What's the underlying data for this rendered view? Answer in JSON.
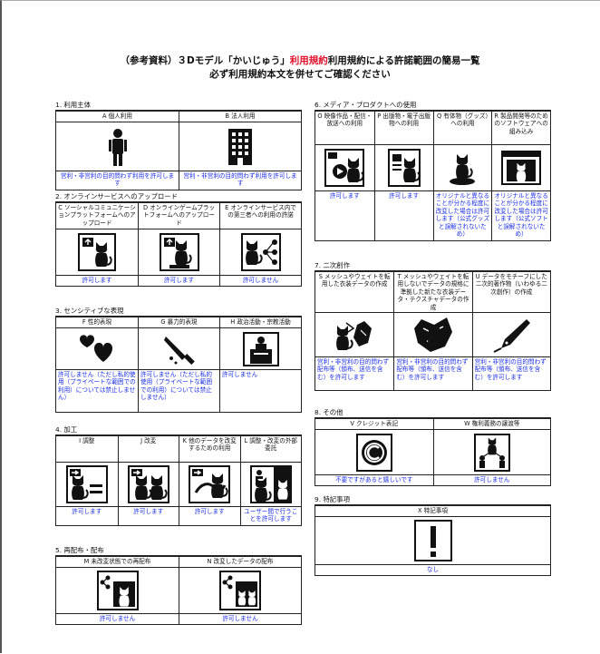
{
  "title": {
    "line1_pre": "（参考資料）３Dモデル「かいじゅう」",
    "line1_hl": "利用規約",
    "line1_post": "利用規約による許諾範囲の簡易一覧",
    "line2": "必ず利用規約本文を併せてご確認ください"
  },
  "sections": {
    "s1": {
      "title": "1. 利用主体",
      "items": [
        {
          "header": "A 個人利用",
          "note": "営利・非営利の目的問わず利用を許可します",
          "icon": "person-icon"
        },
        {
          "header": "B 法人利用",
          "note": "営利・非営利の目的問わず利用を許可します",
          "icon": "office-building-icon"
        }
      ]
    },
    "s2": {
      "title": "2. オンラインサービスへのアップロード",
      "items": [
        {
          "header": "C ソーシャルコミュニケーションプラットフォームへのアップロード",
          "note": "許可します",
          "icon": "upload-icon"
        },
        {
          "header": "D オンラインゲームプラットフォームへのアップロード",
          "note": "許可します",
          "icon": "upload-game-icon"
        },
        {
          "header": "E オンラインサービス内での第三者への利用の許諾",
          "note": "許可しません",
          "icon": "share-third-party-icon"
        }
      ]
    },
    "s3": {
      "title": "3. センシティブな表現",
      "items": [
        {
          "header": "F 性的表現",
          "note": "許可しません（ただし私的使用（プライベートな範囲での利用）については禁止しません）",
          "icon": "hearts-icon"
        },
        {
          "header": "G 暴力的表現",
          "note": "許可しません（ただし私的使用（プライベートな範囲での利用）については禁止しません）",
          "icon": "knife-icon"
        },
        {
          "header": "H 政治活動・宗教活動",
          "note": "許可しません",
          "icon": "podium-icon"
        }
      ]
    },
    "s4": {
      "title": "4. 加工",
      "items": [
        {
          "header": "I 調整",
          "note": "許可します",
          "icon": "adjust-icon"
        },
        {
          "header": "J 改変",
          "note": "許可します",
          "icon": "modify-icon"
        },
        {
          "header": "K 他のデータを改変するための利用",
          "note": "許可します",
          "icon": "tail-icon"
        },
        {
          "header": "L 調整・改変の外部委託",
          "note": "ユーザー間で行うことを許可します",
          "icon": "outsourcing-icon"
        }
      ]
    },
    "s5": {
      "title": "5. 再配布・配布",
      "items": [
        {
          "header": "M 未改変状態での再配布",
          "note": "許可しません",
          "icon": "redistribute-icon"
        },
        {
          "header": "N 改変したデータの配布",
          "note": "許可しません",
          "icon": "distribute-modified-icon"
        }
      ]
    },
    "s6": {
      "title": "6. メディア・プロダクトへの使用",
      "items": [
        {
          "header": "O 映像作品・配信・放送への利用",
          "note": "許可します",
          "icon": "video-icon"
        },
        {
          "header": "P 出版物・電子出版物への利用",
          "note": "許可します",
          "icon": "publication-icon"
        },
        {
          "header": "Q 有体物（グッズ）への利用",
          "note": "オリジナルと異なることが分かる程度に改変した場合は許可します（公式グッズと誤解されないため）",
          "icon": "figure-icon"
        },
        {
          "header": "R 製品開発等のためのソフトウェアへの組み込み",
          "note": "オリジナルと異なることが分かる程度に改変した場合は許可します（公式ソフトと誤解されないため）",
          "icon": "software-icon"
        }
      ]
    },
    "s7": {
      "title": "7. 二次創作",
      "items": [
        {
          "header": "S メッシュやウェイトを転用した衣装データの作成",
          "note": "営利・非営利の目的問わず配布等（頒布、送信を含む）を許可します",
          "icon": "costume-icon"
        },
        {
          "header": "T メッシュやウェイトを転用しないでデータの規格に準拠した新たな衣装データ・テクスチャデータの作成",
          "note": "営利・非営利の目的問わず配布等（頒布、送信を含む）を許可します",
          "icon": "texture-icon"
        },
        {
          "header": "U データをモチーフにした二次的著作物（いわゆる二次創作）の作成",
          "note": "営利・非営利の目的問わず配布等（頒布、送信を含む）を許可します",
          "icon": "pen-nib-icon"
        }
      ]
    },
    "s8": {
      "title": "8. その他",
      "items": [
        {
          "header": "V クレジット表記",
          "note": "不要ですがあると嬉しいです",
          "icon": "copyright-icon"
        },
        {
          "header": "W 権利義務の譲渡等",
          "note": "許可しません",
          "icon": "transfer-rights-icon"
        }
      ]
    },
    "s9": {
      "title": "9. 特記事項",
      "items": [
        {
          "header": "X 特記事項",
          "note": "なし",
          "icon": "exclamation-icon"
        }
      ]
    }
  }
}
